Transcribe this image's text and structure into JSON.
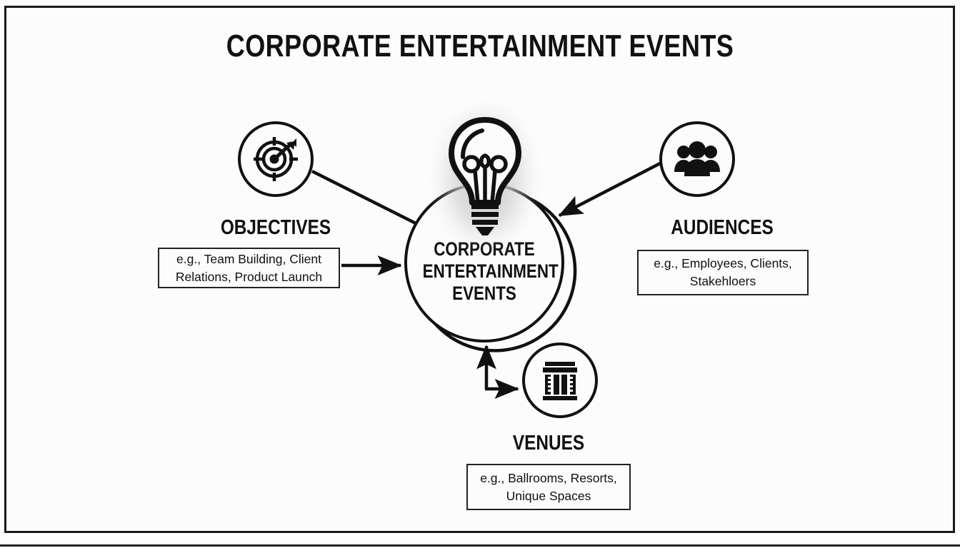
{
  "diagram": {
    "title": "CORPORATE ENTERTAINMENT EVENTS",
    "hub": {
      "label": "CORPORATE ENTERTAINMENT EVENTS",
      "icon": "lightbulb-icon"
    },
    "nodes": [
      {
        "key": "objectives",
        "heading": "OBJECTIVES",
        "icon": "target-arrow-icon",
        "example": "e.g., Team Building, Client Relations, Product Launch"
      },
      {
        "key": "audiences",
        "heading": "AUDIENCES",
        "icon": "people-group-icon",
        "example": "e.g., Employees, Clients, Stakehloers"
      },
      {
        "key": "venues",
        "heading": "VENUES",
        "icon": "classical-building-icon",
        "example": "e.g., Ballrooms, Resorts, Unique Spaces"
      }
    ],
    "colors": {
      "ink": "#111111",
      "background": "#fcfcfc",
      "frame": "#1a1a1a",
      "glow": "#cfcfcf"
    }
  }
}
